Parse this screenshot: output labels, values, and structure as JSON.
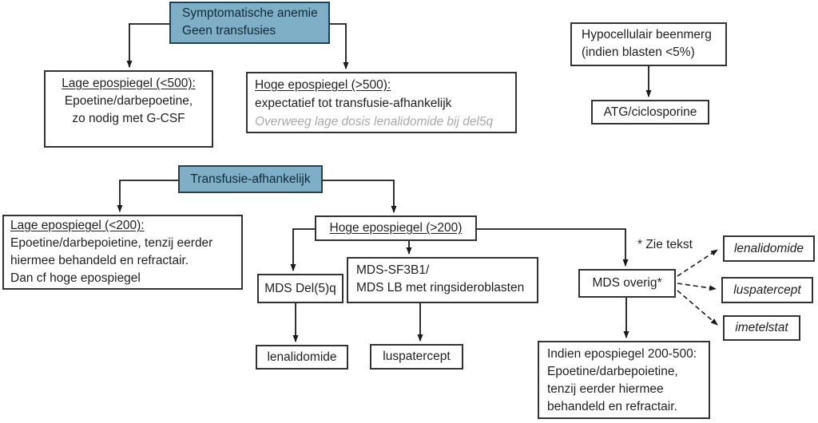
{
  "palette": {
    "blue_fill": "#7eafc7",
    "blue_border": "#24404f",
    "blue_text": "#0f2b39",
    "box_border": "#333333",
    "text": "#1f1f1f",
    "muted_italic": "#a9a9a9",
    "line": "#1a1a1a"
  },
  "flow_top": {
    "root": {
      "lines": [
        "Symptomatische anemie",
        "Geen transfusies"
      ]
    },
    "low_epo": {
      "heading": "Lage epospiegel (<500):",
      "lines": [
        "Epoetine/darbepoetine,",
        "zo nodig met G-CSF"
      ]
    },
    "high_epo": {
      "heading": "Hoge epospiegel (>500):",
      "line": "expectatief tot transfusie-afhankelijk",
      "note": "Overweeg lage dosis lenalidomide bij del5q"
    },
    "hypocellular": {
      "lines": [
        "Hypocellulair beenmerg",
        "(indien blasten <5%)"
      ]
    },
    "atg": {
      "label": "ATG/ciclosporine"
    }
  },
  "flow_bottom": {
    "root": {
      "label": "Transfusie-afhankelijk"
    },
    "low_epo": {
      "heading": "Lage epospiegel (<200):",
      "lines": [
        "Epoetine/darbepoietine, tenzij eerder",
        "hiermee behandeld en refractair.",
        "Dan cf hoge epospiegel"
      ]
    },
    "high_epo": {
      "heading": "Hoge epospiegel (>200)"
    },
    "mds_del5q": {
      "label": "MDS Del(5)q"
    },
    "mds_sf3b1": {
      "lines": [
        "MDS-SF3B1/",
        "MDS LB met ringsideroblasten"
      ]
    },
    "mds_other": {
      "label": "MDS overig*"
    },
    "footnote": "* Zie tekst",
    "lenalidomide": {
      "label": "lenalidomide"
    },
    "luspatercept": {
      "label": "luspatercept"
    },
    "indien": {
      "lines": [
        "Indien epospiegel 200-500:",
        "Epoetine/darbepoietine,",
        "tenzij eerder hiermee",
        "behandeld en refractair."
      ]
    },
    "options": [
      {
        "label": "lenalidomide"
      },
      {
        "label": "luspatercept"
      },
      {
        "label": "imetelstat"
      }
    ]
  }
}
